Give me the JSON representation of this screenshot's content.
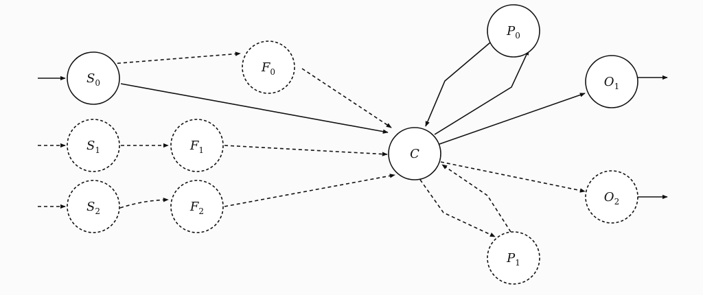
{
  "nodes": {
    "S0": {
      "label": "S",
      "sub": "0",
      "style": "solid"
    },
    "S1": {
      "label": "S",
      "sub": "1",
      "style": "dashed"
    },
    "S2": {
      "label": "S",
      "sub": "2",
      "style": "dashed"
    },
    "F0": {
      "label": "F",
      "sub": "0",
      "style": "dashed"
    },
    "F1": {
      "label": "F",
      "sub": "1",
      "style": "dashed"
    },
    "F2": {
      "label": "F",
      "sub": "2",
      "style": "dashed"
    },
    "C": {
      "label": "C",
      "sub": "",
      "style": "solid"
    },
    "P0": {
      "label": "P",
      "sub": "0",
      "style": "solid"
    },
    "P1": {
      "label": "P",
      "sub": "1",
      "style": "dashed"
    },
    "O1": {
      "label": "O",
      "sub": "1",
      "style": "solid"
    },
    "O2": {
      "label": "O",
      "sub": "2",
      "style": "dashed"
    }
  },
  "edges": [
    {
      "from": "input",
      "to": "S0",
      "style": "solid"
    },
    {
      "from": "input",
      "to": "S1",
      "style": "dashed"
    },
    {
      "from": "input",
      "to": "S2",
      "style": "dashed"
    },
    {
      "from": "S0",
      "to": "F0",
      "style": "dashed"
    },
    {
      "from": "S0",
      "to": "C",
      "style": "solid"
    },
    {
      "from": "S1",
      "to": "F1",
      "style": "dashed"
    },
    {
      "from": "S2",
      "to": "F2",
      "style": "dashed"
    },
    {
      "from": "F0",
      "to": "C",
      "style": "dashed"
    },
    {
      "from": "F1",
      "to": "C",
      "style": "dashed"
    },
    {
      "from": "F2",
      "to": "C",
      "style": "dashed"
    },
    {
      "from": "C",
      "to": "P0",
      "style": "solid"
    },
    {
      "from": "P0",
      "to": "C",
      "style": "solid"
    },
    {
      "from": "C",
      "to": "P1",
      "style": "dashed"
    },
    {
      "from": "P1",
      "to": "C",
      "style": "dashed"
    },
    {
      "from": "C",
      "to": "O1",
      "style": "solid"
    },
    {
      "from": "C",
      "to": "O2",
      "style": "dashed"
    },
    {
      "from": "O1",
      "to": "output",
      "style": "solid"
    },
    {
      "from": "O2",
      "to": "output",
      "style": "solid"
    }
  ]
}
